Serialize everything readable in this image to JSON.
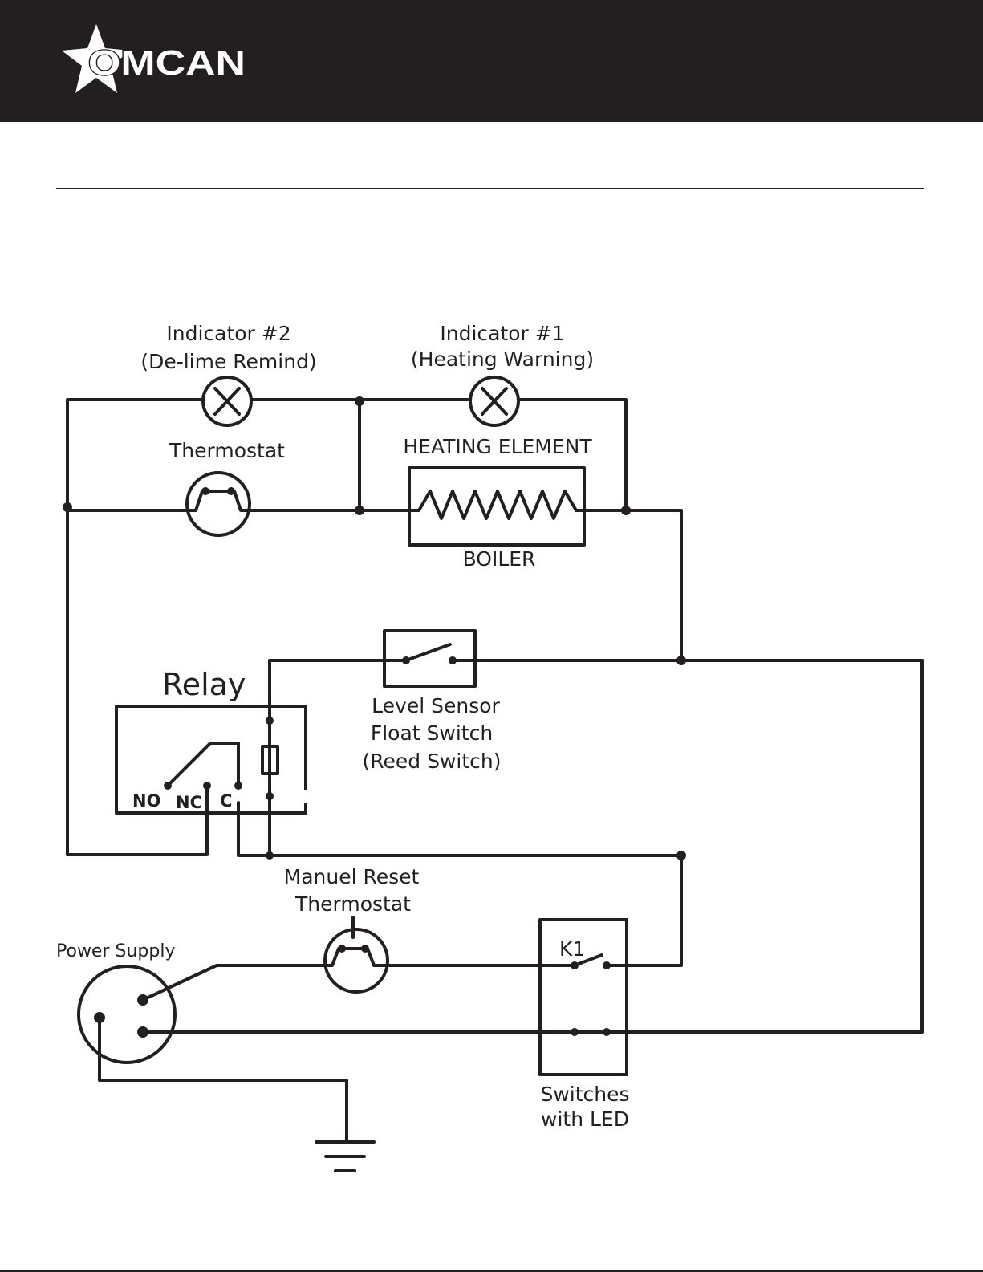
{
  "header": {
    "brand": "OMCAN",
    "logo_icon": "star-icon",
    "background_color": "#231f20",
    "text_color": "#ffffff"
  },
  "diagram": {
    "indicator2": {
      "line1": "Indicator #2",
      "line2": "(De-lime Remind)"
    },
    "indicator1": {
      "line1": "Indicator #1",
      "line2": "(Heating Warning)"
    },
    "thermostat": "Thermostat",
    "heating_element": "HEATING ELEMENT",
    "boiler": "BOILER",
    "relay": {
      "title": "Relay",
      "no": "NO",
      "nc": "NC",
      "c": "C"
    },
    "level_sensor": {
      "line1": "Level Sensor",
      "line2": "Float Switch",
      "line3": "(Reed Switch)"
    },
    "manual_reset": {
      "line1": "Manuel Reset",
      "line2": "Thermostat"
    },
    "power_supply": "Power Supply",
    "k1": "K1",
    "switches": {
      "line1": "Switches",
      "line2": "with LED"
    }
  }
}
